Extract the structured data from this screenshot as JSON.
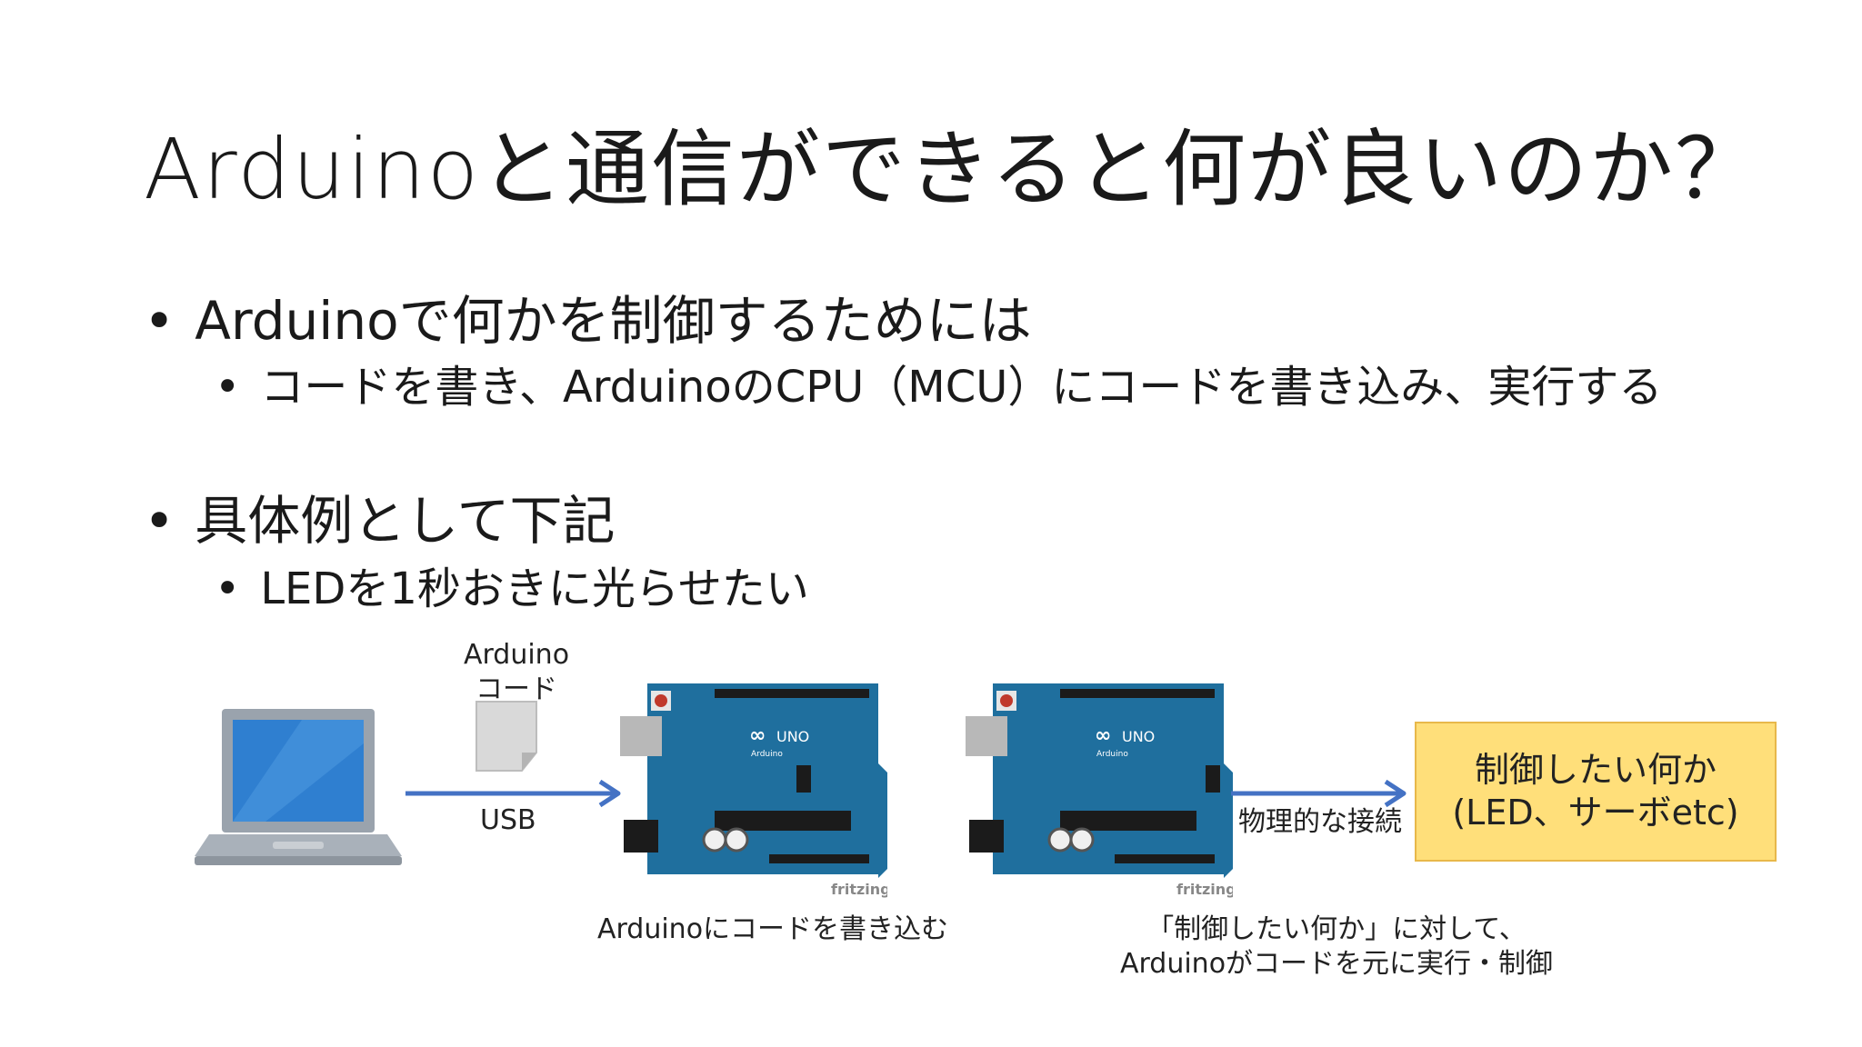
{
  "title": "Arduinoと通信ができると何が良いのか？",
  "bullets": [
    {
      "text": "Arduinoで何かを制御するためには",
      "sub": [
        "コードを書き、ArduinoのCPU（MCU）にコードを書き込み、実行する"
      ]
    },
    {
      "text": "具体例として下記",
      "sub": [
        "LEDを1秒おきに光らせたい"
      ]
    }
  ],
  "diagram": {
    "code_label_line1": "Arduino",
    "code_label_line2": "コード",
    "usb_label": "USB",
    "physical_label": "物理的な接続",
    "target_line1": "制御したい何か",
    "target_line2": "(LED、サーボetc)",
    "caption_left": "Arduinoにコードを書き込む",
    "caption_right_line1": "「制御したい何か」に対して、",
    "caption_right_line2": "Arduinoがコードを元に実行・制御",
    "board_logo_text": "UNO",
    "board_brand_text": "Arduino",
    "board_credit_text": "fritzing",
    "colors": {
      "arrow": "#4472c4",
      "board": "#1f6f9e",
      "target_fill": "#ffdf7a",
      "target_border": "#e8b84a",
      "laptop_screen": "#2f7fd0"
    }
  }
}
